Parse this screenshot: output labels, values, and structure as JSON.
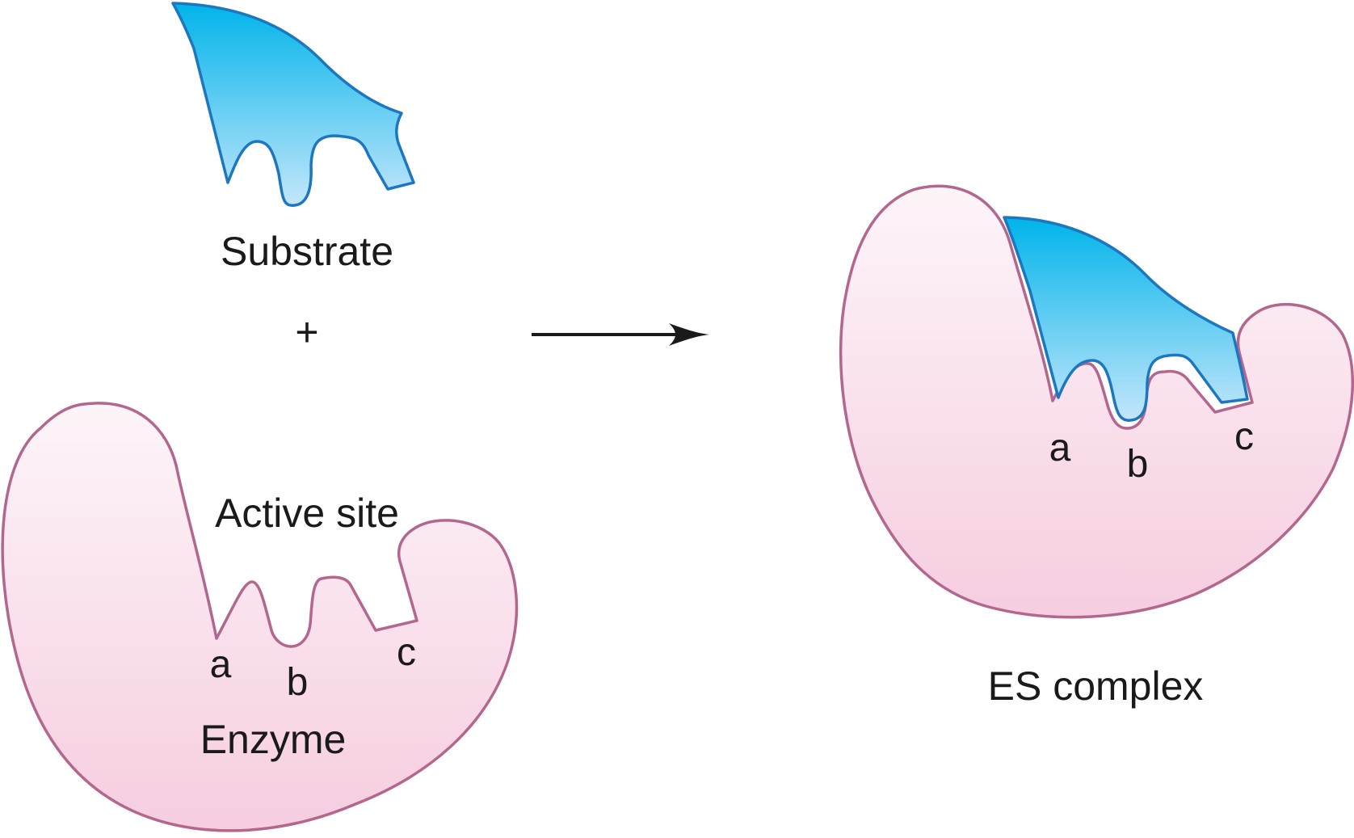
{
  "labels": {
    "substrate": "Substrate",
    "plus": "+",
    "active_site": "Active site",
    "enzyme": "Enzyme",
    "es_complex": "ES complex"
  },
  "binding_sites": {
    "enzyme": {
      "a": "a",
      "b": "b",
      "c": "c"
    },
    "complex": {
      "a": "a",
      "b": "b",
      "c": "c"
    }
  },
  "colors": {
    "substrate_fill_top": "#00b4ea",
    "substrate_fill_bottom": "#c4e6fb",
    "substrate_stroke": "#1d77bf",
    "enzyme_fill_top": "#fdf5f9",
    "enzyme_fill_bottom": "#f6cde0",
    "enzyme_stroke": "#b3678f",
    "arrow": "#1a1a1a",
    "text": "#1a1a1a"
  }
}
